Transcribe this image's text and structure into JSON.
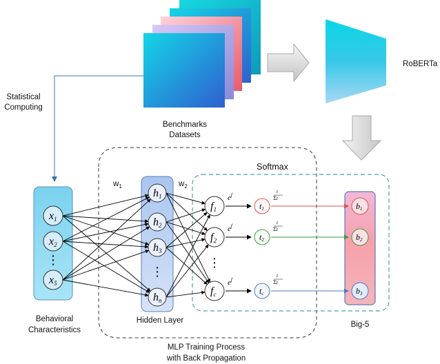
{
  "labels": {
    "statistical_line1": "Statistical",
    "statistical_line2": "Computing",
    "benchmarks_line1": "Benchmarks",
    "benchmarks_line2": "Datasets",
    "roberta": "RoBERTa",
    "softmax": "Softmax",
    "w1": "w",
    "w1_sub": "1",
    "w2": "w",
    "w2_sub": "2",
    "behavioral_line1": "Behavioral",
    "behavioral_line2": "Characteristics",
    "hidden_layer": "Hidden Layer",
    "big5": "Big-5",
    "mlp_line1": "MLP Training Process",
    "mlp_line2": "with Back Propagation"
  },
  "input_nodes": [
    {
      "var": "x",
      "sub": "1"
    },
    {
      "var": "x",
      "sub": "2"
    },
    {
      "var": "x",
      "sub": "5"
    }
  ],
  "hidden_nodes": [
    {
      "var": "h",
      "sub": "1"
    },
    {
      "var": "h",
      "sub": "2"
    },
    {
      "var": "h",
      "sub": "3"
    },
    {
      "var": "h",
      "sub": "n"
    }
  ],
  "f_nodes": [
    {
      "var": "f",
      "sub": "1",
      "exp": "e",
      "exp_sup": "f"
    },
    {
      "var": "f",
      "sub": "2",
      "exp": "e",
      "exp_sup": "f"
    },
    {
      "var": "f",
      "sub": "c",
      "exp": "e",
      "exp_sup": "f"
    }
  ],
  "t_nodes": [
    {
      "var": "t",
      "sub": "1"
    },
    {
      "var": "t",
      "sub": "2"
    },
    {
      "var": "t",
      "sub": "c"
    }
  ],
  "fraction_labels": [
    {
      "num": "t",
      "den": "Σ",
      "den_var": "t"
    },
    {
      "num": "t",
      "den": "Σ",
      "den_var": "t"
    },
    {
      "num": "t",
      "den": "Σ",
      "den_var": "t"
    }
  ],
  "big5_nodes": [
    {
      "var": "b",
      "sub": "1"
    },
    {
      "var": "b",
      "sub": "2"
    },
    {
      "var": "b",
      "sub": "3"
    }
  ],
  "ellipsis": "⋮",
  "colors": {
    "input_fill": "#7fd6f2",
    "hidden_fill": "#b9cff3",
    "big5_fill": "#f7a8ae",
    "line_red": "#d9534f",
    "line_green": "#3a9d3a",
    "line_blue": "#4a78c2",
    "teal_dash": "#4aa3a8",
    "dark_dash": "#333333"
  }
}
